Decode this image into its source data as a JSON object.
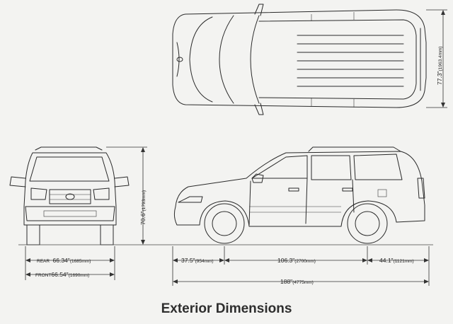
{
  "caption": "Exterior Dimensions",
  "dimensions": {
    "rear_track": {
      "label": "REAR",
      "value": "66.34\"",
      "metric": "(1685mm)"
    },
    "front_track": {
      "label": "FRONT",
      "value": "66.54\"",
      "metric": "(1690mm)"
    },
    "height": {
      "value": "70.6\"",
      "metric": "(1793mm)"
    },
    "width": {
      "value": "77.3\"",
      "metric": "(1963.4mm)"
    },
    "front_overhang": {
      "value": "37.5\"",
      "metric": "(954mm)"
    },
    "wheelbase": {
      "value": "106.3\"",
      "metric": "(2700mm)"
    },
    "rear_overhang": {
      "value": "44.1\"",
      "metric": "(1121mm)"
    },
    "length": {
      "value": "188\"",
      "metric": "(4775mm)"
    }
  }
}
